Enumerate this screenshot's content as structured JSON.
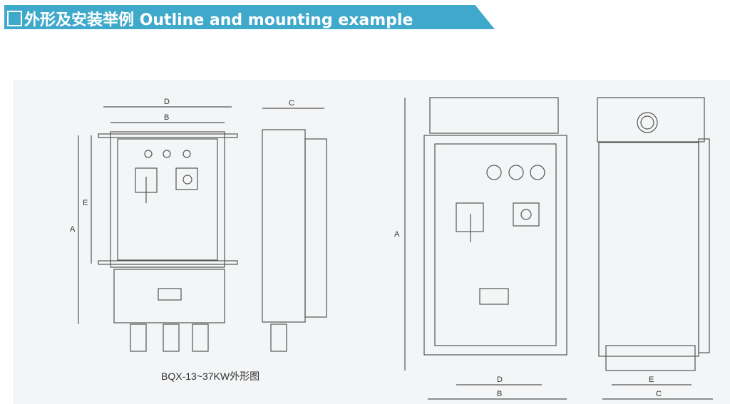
{
  "header": {
    "title_cn": "外形及安装举例",
    "title_en": "Outline and mounting example",
    "color": "#3fa9cb"
  },
  "figure": {
    "caption": "BQX-13~37KW外形图",
    "left_front": {
      "dims": [
        "D",
        "B",
        "E",
        "A"
      ]
    },
    "left_side": {
      "dims": [
        "C"
      ]
    },
    "right_front": {
      "dims": [
        "A",
        "D",
        "B"
      ]
    },
    "right_side": {
      "dims": [
        "E",
        "C"
      ]
    }
  }
}
